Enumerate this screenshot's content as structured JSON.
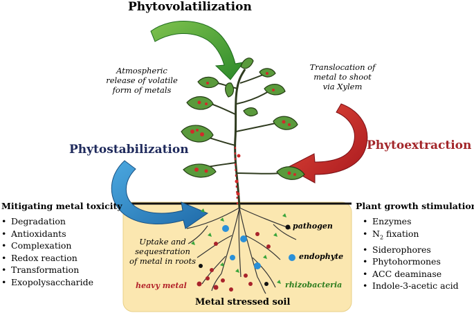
{
  "titles": {
    "phytovolatilization": "Phytovolatilization",
    "phytostabilization": "Phytostabilization",
    "phytoextraction": "Phytoextraction"
  },
  "annotations": {
    "volatile": [
      "Atmospheric",
      "release of volatile",
      "form of metals"
    ],
    "translocation": [
      "Translocation of",
      "metal to shoot",
      "via Xylem"
    ],
    "uptake": [
      "Uptake and",
      "sequestration",
      "of metal in roots"
    ]
  },
  "left_panel": {
    "title": "Mitigating metal toxicity",
    "items": [
      "Degradation",
      "Antioxidants",
      "Complexation",
      "Redox reaction",
      "Transformation",
      "Exopolysaccharide"
    ]
  },
  "right_panel": {
    "title": "Plant growth stimulation",
    "items": [
      "Enzymes",
      "N",
      "Siderophores",
      "Phytohormones",
      "ACC deaminase",
      "Indole-3-acetic acid"
    ],
    "n2_subscript": "2",
    "n2_suffix": " fixation"
  },
  "soil": {
    "label": "Metal stressed soil",
    "legend": {
      "pathogen": "pathogen",
      "endophyte": "endophyte",
      "heavy_metal": "heavy metal",
      "rhizobacteria": "rhizobacteria"
    }
  },
  "colors": {
    "phytovolatilization_arrow": "#3b9a2c",
    "phytoextraction_arrow": "#c8262b",
    "phytostabilization_arrow": "#2f83c2",
    "phytostabilization_title": "#1f2a5c",
    "phytoextraction_title": "#a3262a",
    "soil_fill": "#fbe7b0",
    "heavy_metal_dot": "#a8232b",
    "endophyte_dot": "#2a90d8",
    "rhizobacteria_mark": "#38a43a",
    "leaf_green": "#5a9a3c"
  }
}
